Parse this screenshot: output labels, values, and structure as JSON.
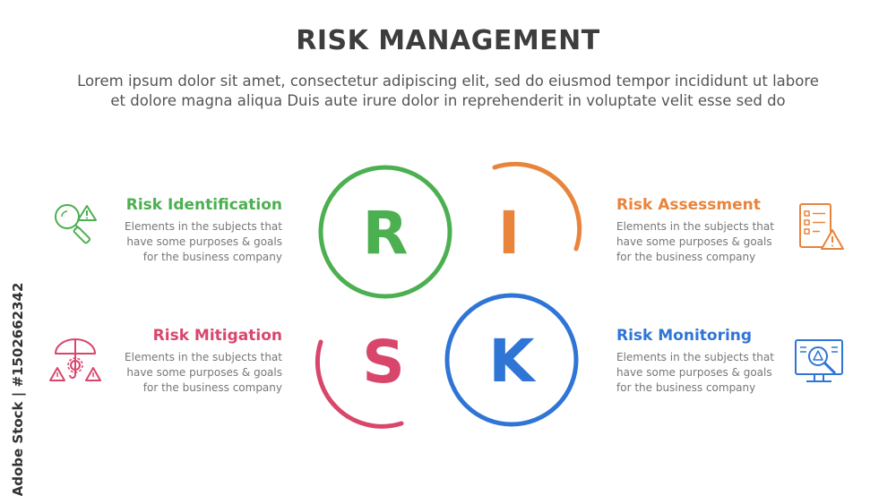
{
  "title": "RISK MANAGEMENT",
  "subtitle_line1": "Lorem ipsum dolor sit amet, consectetur adipiscing elit, sed do eiusmod tempor incididunt ut labore",
  "subtitle_line2": "et dolore magna aliqua Duis aute irure dolor in reprehenderit in voluptate velit esse sed do",
  "letters": {
    "r": "R",
    "i": "I",
    "s": "S",
    "k": "K"
  },
  "items": [
    {
      "title": "Risk Identification",
      "lines": [
        "Elements in the subjects that",
        "have  some purposes & goals",
        "for the  business company"
      ],
      "color": "#4caf50",
      "icon": "magnifier-warning-icon"
    },
    {
      "title": "Risk Assessment",
      "lines": [
        "Elements in the subjects that",
        "have  some purposes & goals",
        "for the  business company"
      ],
      "color": "#e8843c",
      "icon": "checklist-warning-icon"
    },
    {
      "title": "Risk Mitigation",
      "lines": [
        "Elements in the subjects that",
        "have  some purposes & goals",
        "for the  business company"
      ],
      "color": "#d9466b",
      "icon": "umbrella-gear-icon"
    },
    {
      "title": "Risk Monitoring",
      "lines": [
        "Elements in the subjects that",
        "have  some purposes & goals",
        "for the  business company"
      ],
      "color": "#2f75d6",
      "icon": "monitor-warning-icon"
    }
  ],
  "watermark": "Adobe Stock | #1502662342"
}
